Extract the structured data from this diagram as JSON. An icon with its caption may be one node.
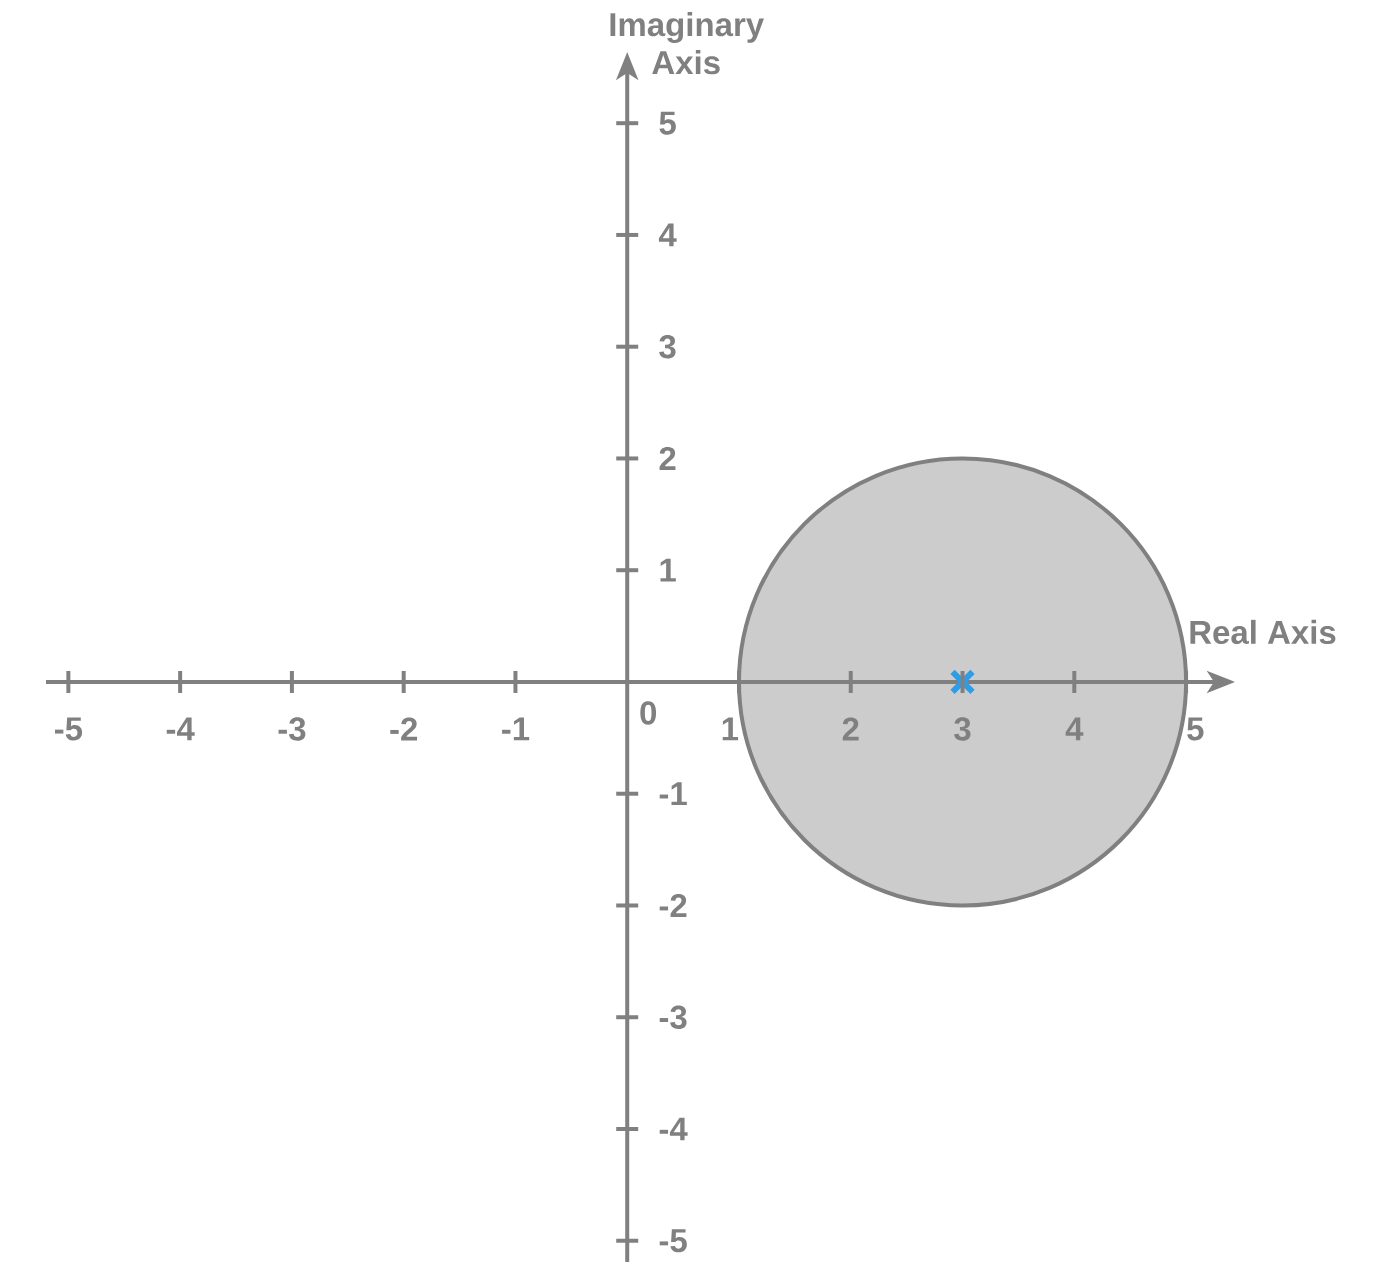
{
  "diagram": {
    "labels": [
      "0"
    ],
    "chart_data": {
      "type": "scatter",
      "xlabel": "Real Axis",
      "ylabel": "Imaginary Axis",
      "xlim": [
        -5.2,
        5.25
      ],
      "ylim": [
        -5.19,
        5.45
      ],
      "xticks": [
        -5,
        -4,
        -3,
        -2,
        -1,
        1,
        2,
        3,
        4,
        5
      ],
      "yticks": [
        -5,
        -4,
        -3,
        -2,
        -1,
        1,
        2,
        3,
        4,
        5
      ],
      "x": [
        3
      ],
      "series": [
        {
          "color": "#2d9de6",
          "values": [
            0
          ]
        }
      ]
    }
  }
}
